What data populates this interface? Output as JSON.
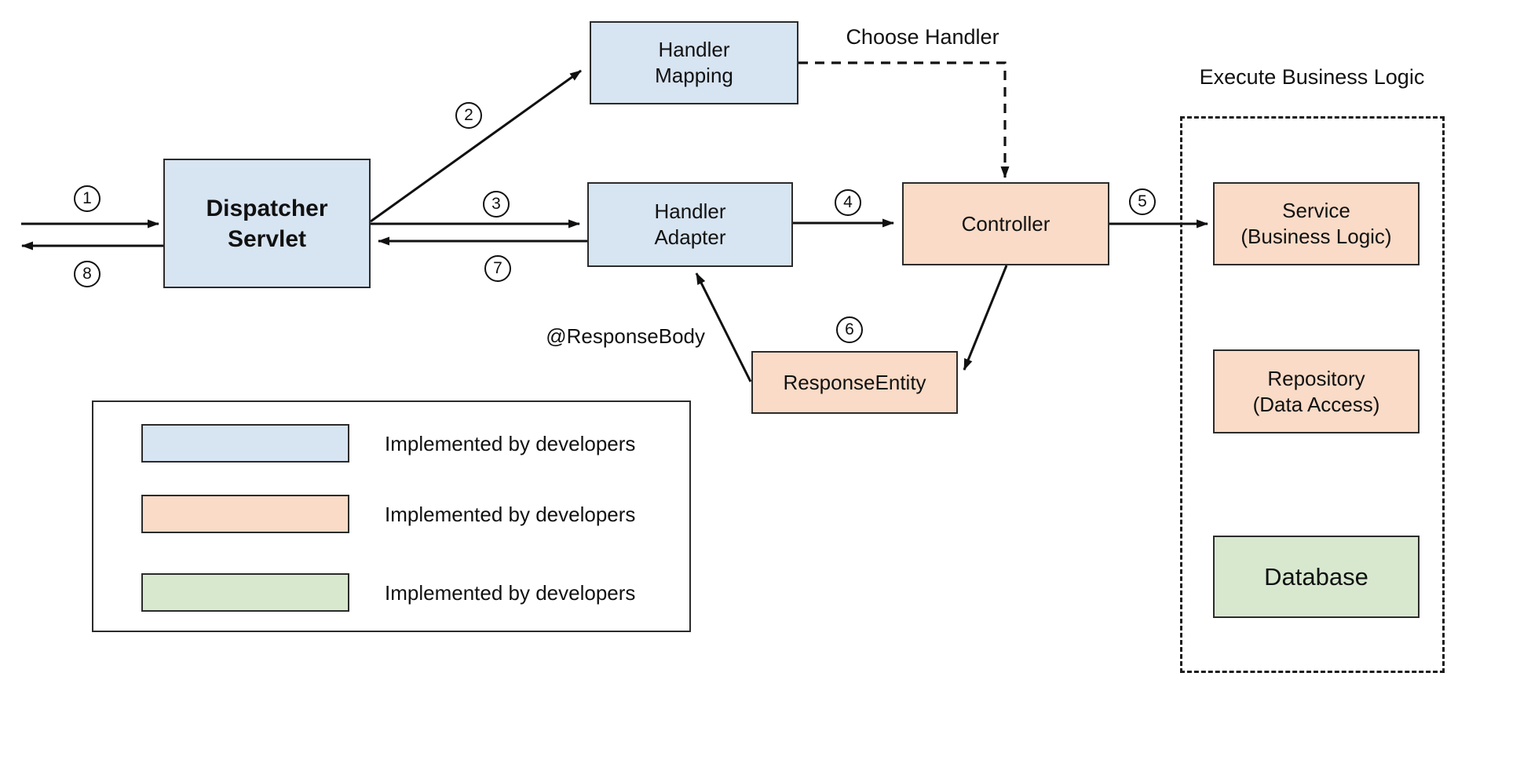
{
  "nodes": {
    "dispatcher_servlet": {
      "label": "Dispatcher\nServlet"
    },
    "handler_mapping": {
      "label": "Handler\nMapping"
    },
    "handler_adapter": {
      "label": "Handler\nAdapter"
    },
    "controller": {
      "label": "Controller"
    },
    "response_entity": {
      "label": "ResponseEntity"
    },
    "service": {
      "label": "Service\n(Business Logic)"
    },
    "repository": {
      "label": "Repository\n(Data Access)"
    },
    "database": {
      "label": "Database"
    }
  },
  "annotations": {
    "choose_handler": "Choose Handler",
    "execute_business_logic": "Execute Business Logic",
    "response_body": "@ResponseBody"
  },
  "steps": [
    "1",
    "2",
    "3",
    "4",
    "5",
    "6",
    "7",
    "8"
  ],
  "legend": {
    "items": [
      {
        "color": "#d7e4f1",
        "label": "Implemented by developers"
      },
      {
        "color": "#f9dbc7",
        "label": "Implemented by developers"
      },
      {
        "color": "#d7e8cf",
        "label": "Implemented by developers"
      }
    ]
  },
  "colors": {
    "node_blue": "#d7e4f1",
    "node_peach": "#f9dbc7",
    "node_green": "#d7e8cf",
    "border": "#2b2b2b",
    "arrow": "#111111"
  }
}
